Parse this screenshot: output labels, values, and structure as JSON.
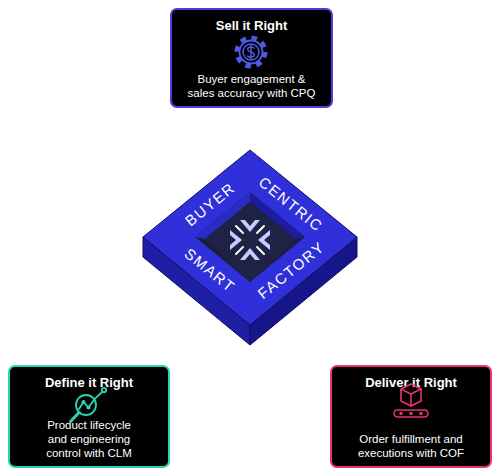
{
  "diagram": {
    "nodes": [
      {
        "text": [
          "Sell it Right",
          "Buyer engagement & sales accuracy with CPQ"
        ]
      },
      {
        "text": [
          "BUYER",
          "CENTRIC",
          "SMART",
          "FACTORY"
        ]
      },
      {
        "text": [
          "Define it Right",
          "Product lifecycle and engineering control with CLM"
        ]
      },
      {
        "text": [
          "Deliver it Right",
          "Order fulfillment and executions with COF"
        ]
      }
    ]
  }
}
